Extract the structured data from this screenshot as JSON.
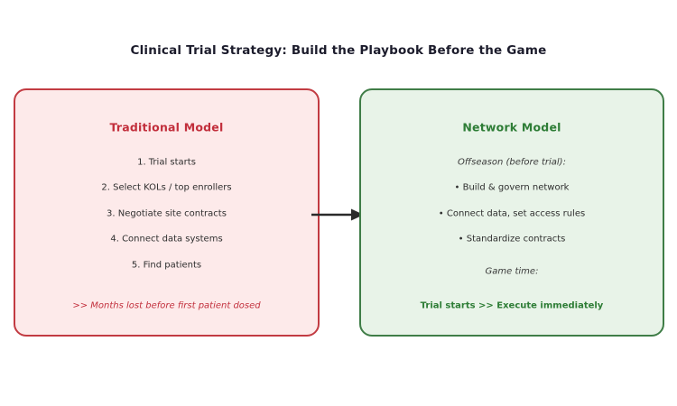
{
  "title": "Clinical Trial Strategy: Build the Playbook Before the Game",
  "left_panel": {
    "title": "Traditional Model",
    "items": [
      "1. Trial starts",
      "2. Select KOLs / top enrollers",
      "3. Negotiate site contracts",
      "4. Connect data systems",
      "5. Find patients"
    ],
    "footer": ">> Months lost before first patient dosed"
  },
  "right_panel": {
    "title": "Network Model",
    "section1_label": "Offseason (before trial):",
    "items": [
      "• Build & govern network",
      "• Connect data, set access rules",
      "• Standardize contracts"
    ],
    "section2_label": "Game time:",
    "footer": "Trial starts >> Execute immediately"
  },
  "colors": {
    "title_text": "#1c1c2c",
    "body_text": "#2e2e2e",
    "red_border": "#c23b42",
    "red_background": "#fdeaea",
    "red_text": "#c22f3c",
    "green_border": "#3f7d47",
    "green_background": "#e8f3e8",
    "green_text": "#2e7d36",
    "arrow": "#2b2b2b"
  }
}
